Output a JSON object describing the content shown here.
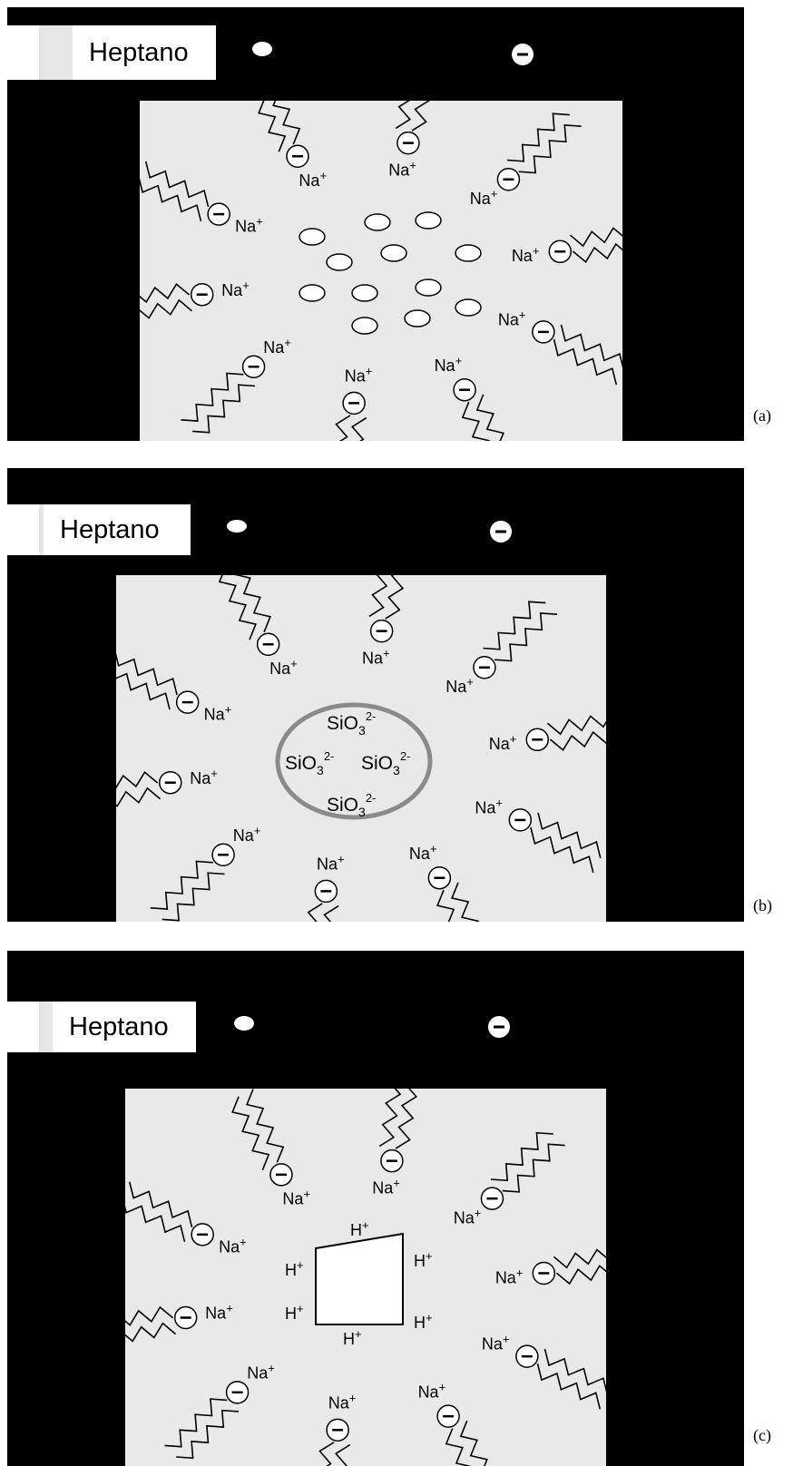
{
  "panels": [
    {
      "id": "a",
      "caption": "(a)",
      "legend_label": "Heptano",
      "ion_label": "Na",
      "ion_sup": "+",
      "core": "water-droplets"
    },
    {
      "id": "b",
      "caption": "(b)",
      "legend_label": "Heptano",
      "ion_label": "Na",
      "ion_sup": "+",
      "core": "silicate",
      "silicate_base": "SiO",
      "silicate_sub": "3",
      "silicate_sup": "2-"
    },
    {
      "id": "c",
      "caption": "(c)",
      "legend_label": "Heptano",
      "ion_label": "Na",
      "ion_sup": "+",
      "core": "silica-particle",
      "proton_label": "H",
      "proton_sup": "+"
    }
  ],
  "colors": {
    "background": "#000000",
    "inner": "#e9e9e9",
    "silicate_ring": "#8a8a8a"
  },
  "icons": [
    "water-drop-icon",
    "surfactant-head-minus-icon",
    "surfactant-tail-icon"
  ]
}
